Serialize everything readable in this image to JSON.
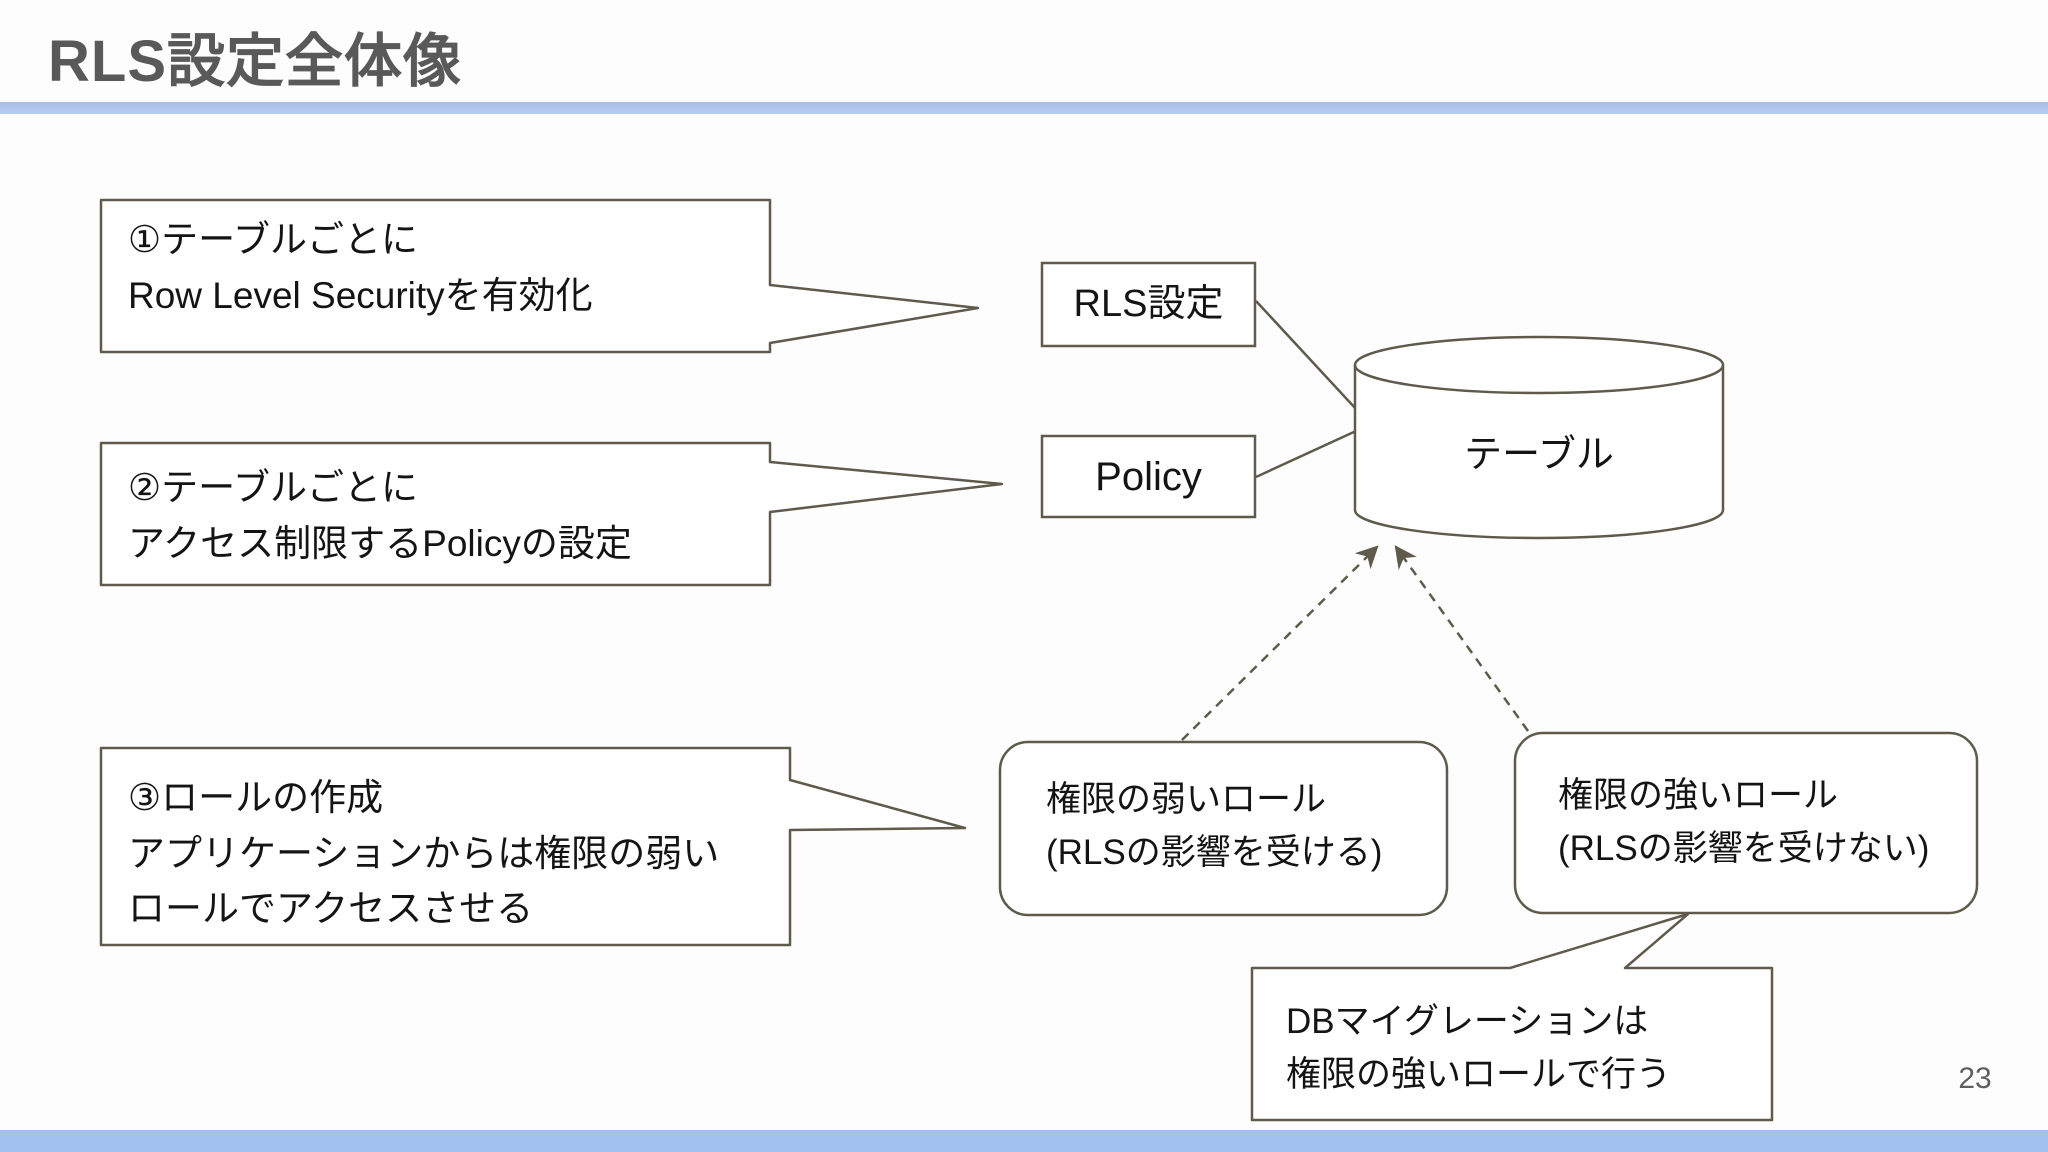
{
  "slide": {
    "title": "RLS設定全体像",
    "page_number": "23",
    "colors": {
      "title_text": "#595959",
      "accent_bar_top": "#a9bee8",
      "accent_bar_bottom": "#a3c1ee",
      "shape_border": "#5f5a4b",
      "body_text": "#141414"
    }
  },
  "callouts": [
    {
      "id": "step1",
      "text": "①テーブルごとに\nRow Level Securityを有効化"
    },
    {
      "id": "step2",
      "text": "②テーブルごとに\nアクセス制限するPolicyの設定"
    },
    {
      "id": "step3",
      "text": "③ロールの作成\nアプリケーションからは権限の弱い\nロールでアクセスさせる"
    },
    {
      "id": "db-migration",
      "text": "DBマイグレーションは\n権限の強いロールで行う"
    }
  ],
  "nodes": {
    "rls_setting": {
      "label": "RLS設定"
    },
    "policy": {
      "label": "Policy"
    },
    "table": {
      "label": "テーブル"
    },
    "weak_role": {
      "label": "権限の弱いロール\n(RLSの影響を受ける)"
    },
    "strong_role": {
      "label": "権限の強いロール\n(RLSの影響を受けない)"
    }
  }
}
